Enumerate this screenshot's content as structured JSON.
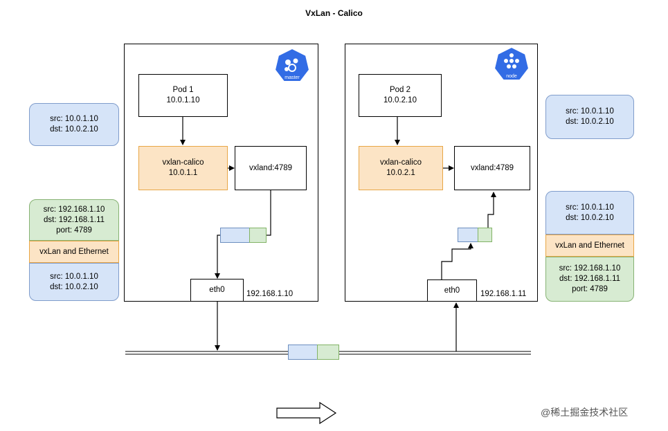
{
  "title": "VxLan - Calico",
  "master": {
    "badge": "master",
    "pod": {
      "name": "Pod 1",
      "ip": "10.0.1.10"
    },
    "vxlan": {
      "name": "vxlan-calico",
      "ip": "10.0.1.1"
    },
    "vxland": "vxland:4789",
    "eth": "eth0",
    "host_ip": "192.168.1.10"
  },
  "node": {
    "badge": "node",
    "pod": {
      "name": "Pod 2",
      "ip": "10.0.2.10"
    },
    "vxlan": {
      "name": "vxlan-calico",
      "ip": "10.0.2.1"
    },
    "vxland": "vxland:4789",
    "eth": "eth0",
    "host_ip": "192.168.1.11"
  },
  "left_inner": {
    "src": "src: 10.0.1.10",
    "dst": "dst: 10.0.2.10"
  },
  "left_stack": {
    "outer": {
      "src": "src: 192.168.1.10",
      "dst": "dst: 192.168.1.11",
      "port": "port: 4789"
    },
    "mid": "vxLan and Ethernet",
    "inner": {
      "src": "src: 10.0.1.10",
      "dst": "dst: 10.0.2.10"
    }
  },
  "right_inner": {
    "src": "src: 10.0.1.10",
    "dst": "dst: 10.0.2.10"
  },
  "right_stack": {
    "inner": {
      "src": "src: 10.0.1.10",
      "dst": "dst: 10.0.2.10"
    },
    "mid": "vxLan and Ethernet",
    "outer": {
      "src": "src: 192.168.1.10",
      "dst": "dst: 192.168.1.11",
      "port": "port: 4789"
    }
  },
  "watermark": "@稀土掘金技术社区",
  "colors": {
    "blue_fill": "#d6e4f8",
    "green_fill": "#d7ebd2",
    "orange_fill": "#fce4c5",
    "k8s_blue": "#326ce5"
  }
}
